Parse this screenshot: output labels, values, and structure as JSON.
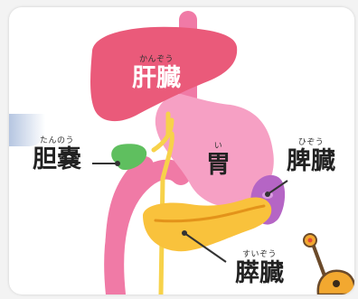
{
  "organs": {
    "liver": {
      "kanji": "肝臓",
      "reading": "かんぞう"
    },
    "gallbladder": {
      "kanji": "胆嚢",
      "reading": "たんのう"
    },
    "stomach": {
      "kanji": "胃",
      "reading": "い"
    },
    "spleen": {
      "kanji": "脾臓",
      "reading": "ひぞう"
    },
    "pancreas": {
      "kanji": "膵臓",
      "reading": "すいぞう"
    }
  },
  "colors": {
    "liver": "#ea5a7a",
    "stomach": "#f6a0c4",
    "esophagus": "#f07aa6",
    "gallbladder": "#5fbf5f",
    "bile_duct": "#f7d24a",
    "spleen": "#b565c5",
    "pancreas": "#f9c23c",
    "pancreas_duct": "#e3931a"
  }
}
